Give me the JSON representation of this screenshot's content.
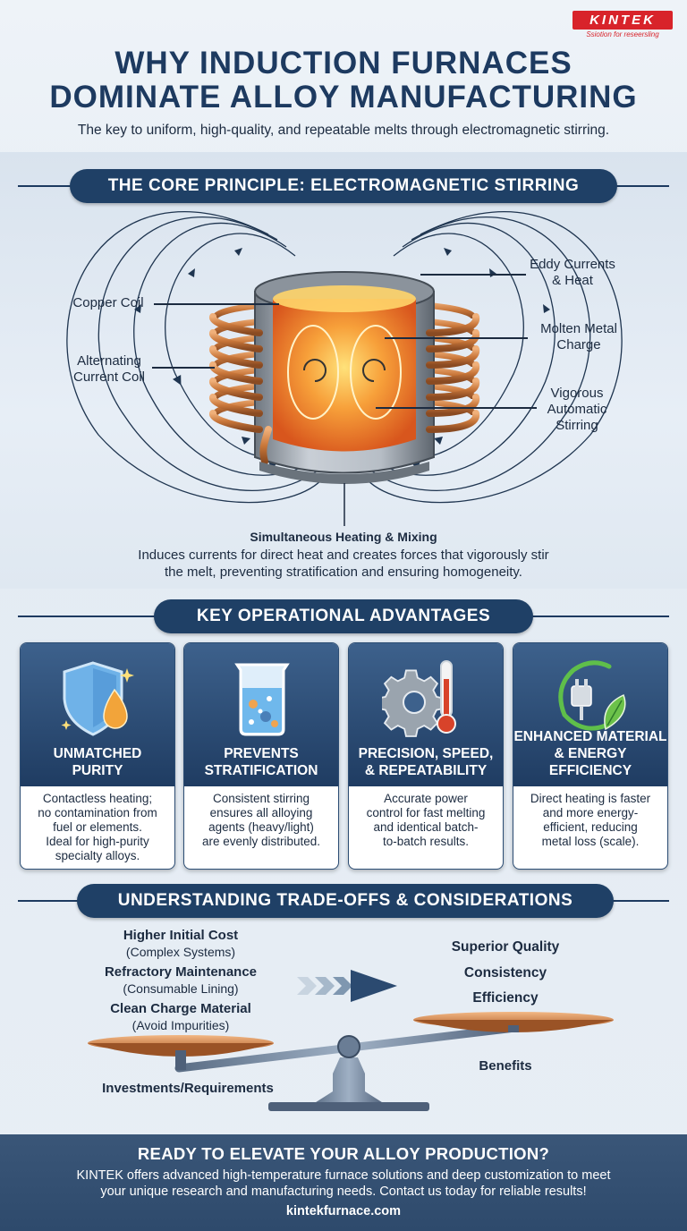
{
  "brand": {
    "name": "KINTEK",
    "tagline": "Ssiotion for reseersling"
  },
  "header": {
    "title_line1": "WHY INDUCTION FURNACES",
    "title_line2": "DOMINATE ALLOY MANUFACTURING",
    "subtitle": "The key to uniform, high-quality, and repeatable melts through electromagnetic stirring."
  },
  "core": {
    "heading": "THE CORE PRINCIPLE: ELECTROMAGNETIC STIRRING",
    "labels": {
      "copper_coil": "Copper Coil",
      "alternating_1": "Alternating",
      "alternating_2": "Current Coil",
      "eddy_1": "Eddy Currents",
      "eddy_2": "& Heat",
      "molten_1": "Molten Metal",
      "molten_2": "Charge",
      "vigorous_1": "Vigorous",
      "vigorous_2": "Automatic",
      "vigorous_3": "Stirring"
    },
    "caption_title": "Simultaneous Heating & Mixing",
    "caption_line1": "Induces currents for direct heat and creates forces that vigorously stir",
    "caption_line2": "the melt, preventing stratification and ensuring homogeneity."
  },
  "advantages": {
    "heading": "KEY OPERATIONAL ADVANTAGES",
    "cards": [
      {
        "title1": "UNMATCHED",
        "title2": "PURITY",
        "body": [
          "Contactless heating;",
          "no contamination from",
          "fuel or elements.",
          "Ideal for high-purity",
          "specialty alloys."
        ],
        "icon": "shield-drop-icon"
      },
      {
        "title1": "PREVENTS",
        "title2": "STRATIFICATION",
        "body": [
          "Consistent stirring",
          "ensures all alloying",
          "agents (heavy/light)",
          "are evenly distributed."
        ],
        "icon": "beaker-icon"
      },
      {
        "title1": "PRECISION, SPEED,",
        "title2": "& REPEATABILITY",
        "body": [
          "Accurate power",
          "control for fast melting",
          "and identical batch-",
          "to-batch results."
        ],
        "icon": "gear-thermometer-icon"
      },
      {
        "title1": "ENHANCED MATERIAL",
        "title2": "& ENERGY EFFICIENCY",
        "body": [
          "Direct heating is faster",
          "and more energy-",
          "efficient, reducing",
          "metal loss (scale)."
        ],
        "icon": "plug-leaf-icon"
      }
    ]
  },
  "tradeoffs": {
    "heading": "UNDERSTANDING TRADE-OFFS & CONSIDERATIONS",
    "costs": [
      {
        "title": "Higher Initial Cost",
        "sub": "(Complex Systems)"
      },
      {
        "title": "Refractory Maintenance",
        "sub": "(Consumable Lining)"
      },
      {
        "title": "Clean Charge Material",
        "sub": "(Avoid Impurities)"
      }
    ],
    "benefits": [
      "Superior Quality",
      "Consistency",
      "Efficiency"
    ],
    "left_label": "Investments/Requirements",
    "right_label": "Benefits"
  },
  "footer": {
    "heading": "READY TO ELEVATE YOUR ALLOY PRODUCTION?",
    "body_line1": "KINTEK offers advanced high-temperature furnace solutions and deep customization to meet",
    "body_line2": "your unique research and manufacturing needs. Contact us today for reliable results!",
    "url": "kintekfurnace.com"
  },
  "colors": {
    "navy": "#1f4066",
    "copper": "#c9773a",
    "molten": "#f08a2a",
    "accent_red": "#d8232a"
  }
}
